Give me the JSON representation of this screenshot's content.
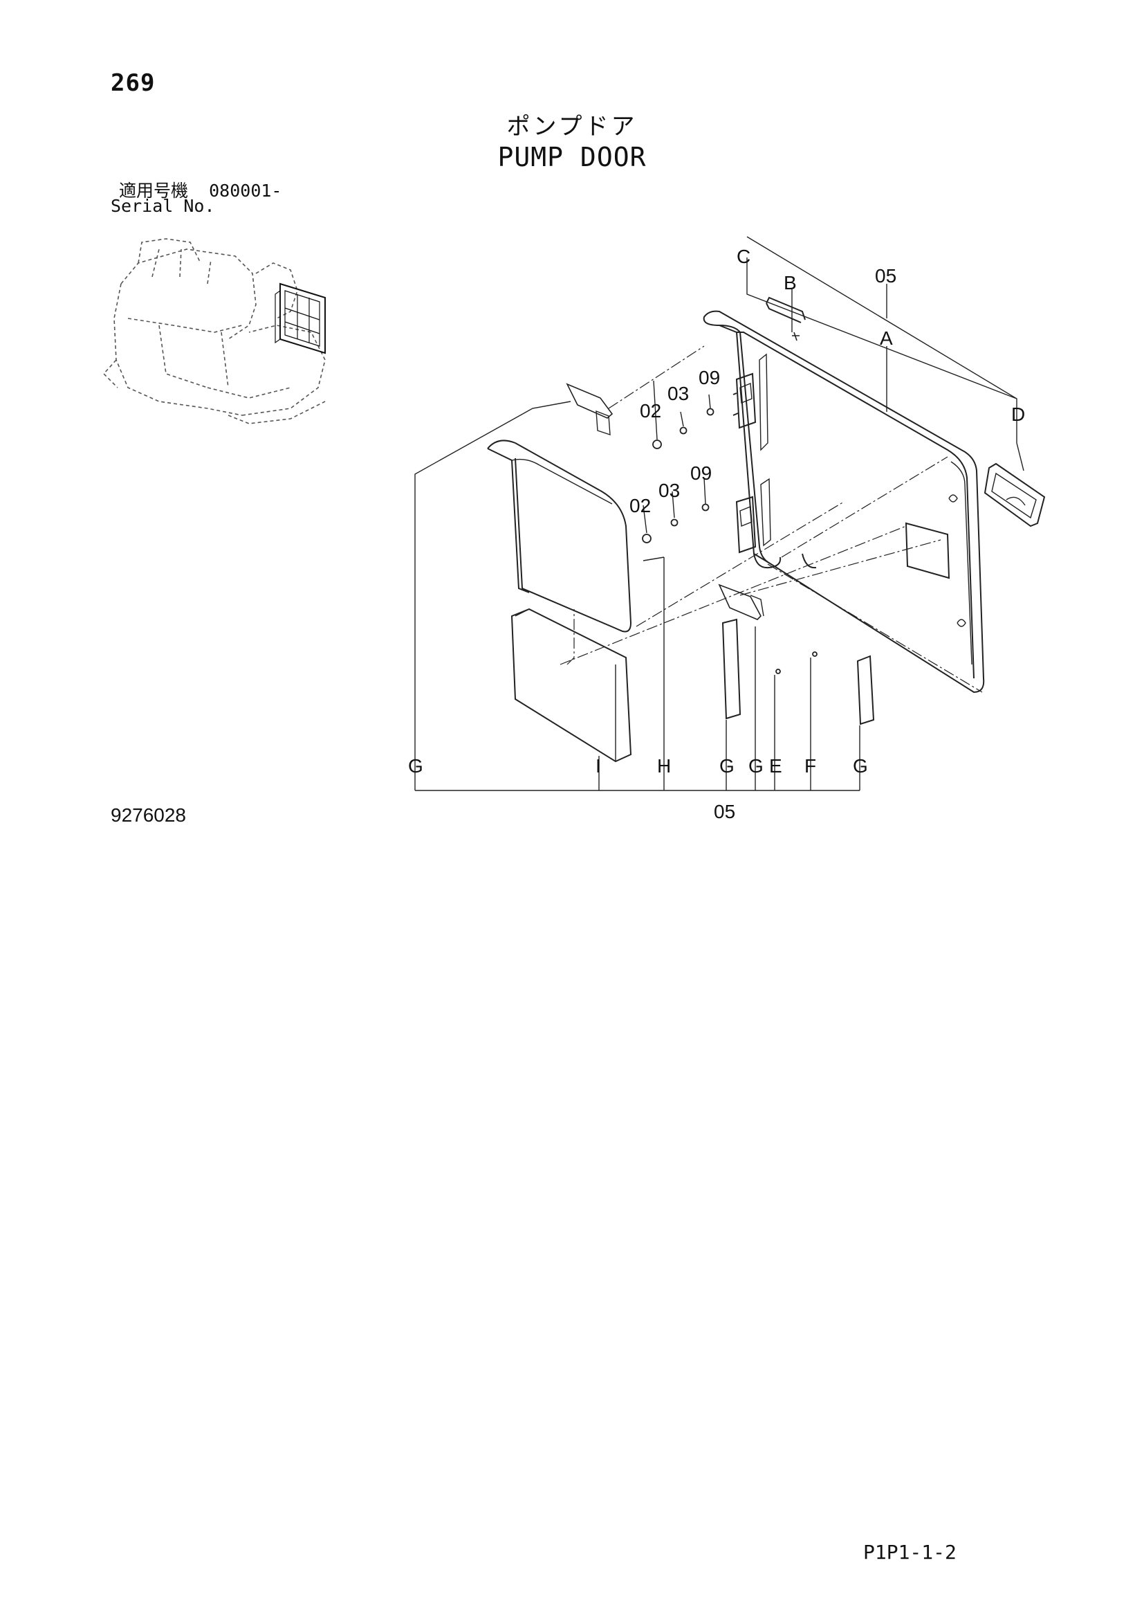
{
  "page_number": "269",
  "title_jp": "ポンプドア",
  "title_en": "PUMP DOOR",
  "serial": {
    "label_jp": "適用号機",
    "value": "080001-",
    "label_en": "Serial No."
  },
  "figure_number": "9276028",
  "page_code": "P1P1-1-2",
  "callouts": {
    "c": "C",
    "b": "B",
    "a": "A",
    "d": "D",
    "top_05": "05",
    "n02a": "02",
    "n03a": "03",
    "n09a": "09",
    "n02b": "02",
    "n03b": "03",
    "n09b": "09",
    "g1": "G",
    "i": "I",
    "h": "H",
    "g2": "G",
    "g3": "G",
    "e": "E",
    "f": "F",
    "g4": "G",
    "bottom_05": "05"
  }
}
